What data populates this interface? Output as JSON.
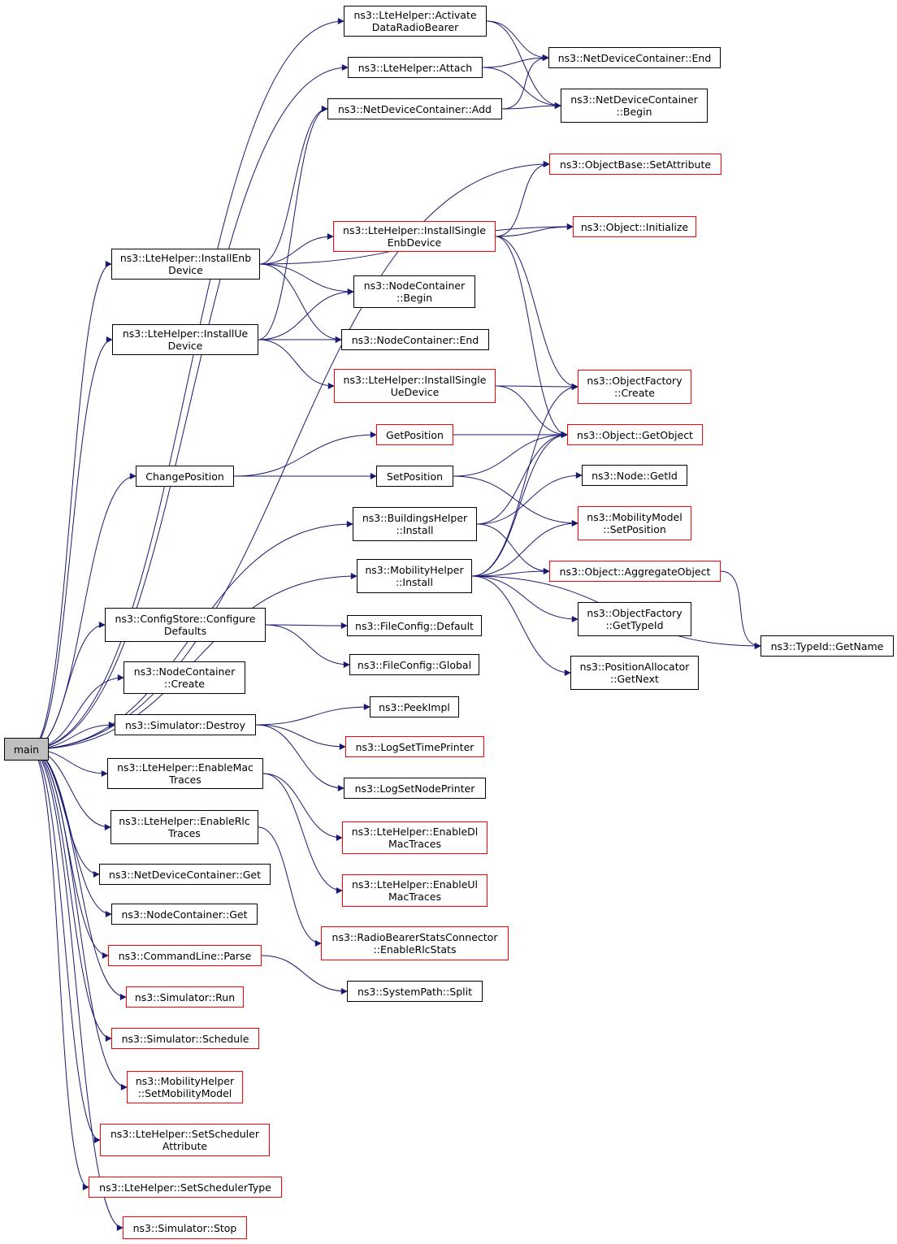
{
  "diagram": {
    "root": "main",
    "nodes": [
      {
        "id": "main",
        "label": "main",
        "root": true
      },
      {
        "id": "activate",
        "label": "ns3::LteHelper::Activate\nDataRadioBearer"
      },
      {
        "id": "attach",
        "label": "ns3::LteHelper::Attach"
      },
      {
        "id": "ndcAdd",
        "label": "ns3::NetDeviceContainer::Add"
      },
      {
        "id": "ndcEnd",
        "label": "ns3::NetDeviceContainer::End"
      },
      {
        "id": "ndcBegin",
        "label": "ns3::NetDeviceContainer\n::Begin"
      },
      {
        "id": "setAttr",
        "label": "ns3::ObjectBase::SetAttribute",
        "red": true
      },
      {
        "id": "objInit",
        "label": "ns3::Object::Initialize",
        "red": true
      },
      {
        "id": "installEnb",
        "label": "ns3::LteHelper::InstallEnb\nDevice"
      },
      {
        "id": "installSingleEnb",
        "label": "ns3::LteHelper::InstallSingle\nEnbDevice",
        "red": true
      },
      {
        "id": "ncBegin",
        "label": "ns3::NodeContainer\n::Begin"
      },
      {
        "id": "installUe",
        "label": "ns3::LteHelper::InstallUe\nDevice"
      },
      {
        "id": "ncEnd",
        "label": "ns3::NodeContainer::End"
      },
      {
        "id": "installSingleUe",
        "label": "ns3::LteHelper::InstallSingle\nUeDevice",
        "red": true
      },
      {
        "id": "ofCreate",
        "label": "ns3::ObjectFactory\n::Create",
        "red": true
      },
      {
        "id": "getPos",
        "label": "GetPosition",
        "red": true
      },
      {
        "id": "getObj",
        "label": "ns3::Object::GetObject",
        "red": true
      },
      {
        "id": "changePos",
        "label": "ChangePosition"
      },
      {
        "id": "setPos",
        "label": "SetPosition"
      },
      {
        "id": "nodeGetId",
        "label": "ns3::Node::GetId"
      },
      {
        "id": "bhInstall",
        "label": "ns3::BuildingsHelper\n::Install"
      },
      {
        "id": "mmSetPos",
        "label": "ns3::MobilityModel\n::SetPosition",
        "red": true
      },
      {
        "id": "mhInstall",
        "label": "ns3::MobilityHelper\n::Install"
      },
      {
        "id": "aggObj",
        "label": "ns3::Object::AggregateObject",
        "red": true
      },
      {
        "id": "csConfig",
        "label": "ns3::ConfigStore::Configure\nDefaults"
      },
      {
        "id": "fcDefault",
        "label": "ns3::FileConfig::Default"
      },
      {
        "id": "ofGetTypeId",
        "label": "ns3::ObjectFactory\n::GetTypeId"
      },
      {
        "id": "typeIdGetName",
        "label": "ns3::TypeId::GetName"
      },
      {
        "id": "fcGlobal",
        "label": "ns3::FileConfig::Global"
      },
      {
        "id": "paGetNext",
        "label": "ns3::PositionAllocator\n::GetNext"
      },
      {
        "id": "ncCreate",
        "label": "ns3::NodeContainer\n::Create"
      },
      {
        "id": "peekImpl",
        "label": "ns3::PeekImpl"
      },
      {
        "id": "simDestroy",
        "label": "ns3::Simulator::Destroy"
      },
      {
        "id": "logTime",
        "label": "ns3::LogSetTimePrinter",
        "red": true
      },
      {
        "id": "enMac",
        "label": "ns3::LteHelper::EnableMac\nTraces"
      },
      {
        "id": "logNode",
        "label": "ns3::LogSetNodePrinter"
      },
      {
        "id": "enRlc",
        "label": "ns3::LteHelper::EnableRlc\nTraces"
      },
      {
        "id": "enDl",
        "label": "ns3::LteHelper::EnableDl\nMacTraces",
        "red": true
      },
      {
        "id": "ndcGet",
        "label": "ns3::NetDeviceContainer::Get"
      },
      {
        "id": "enUl",
        "label": "ns3::LteHelper::EnableUl\nMacTraces",
        "red": true
      },
      {
        "id": "ncGet",
        "label": "ns3::NodeContainer::Get"
      },
      {
        "id": "rbStats",
        "label": "ns3::RadioBearerStatsConnector\n::EnableRlcStats",
        "red": true
      },
      {
        "id": "clParse",
        "label": "ns3::CommandLine::Parse",
        "red": true
      },
      {
        "id": "spSplit",
        "label": "ns3::SystemPath::Split"
      },
      {
        "id": "simRun",
        "label": "ns3::Simulator::Run",
        "red": true
      },
      {
        "id": "simSched",
        "label": "ns3::Simulator::Schedule",
        "red": true
      },
      {
        "id": "mhSetMM",
        "label": "ns3::MobilityHelper\n::SetMobilityModel",
        "red": true
      },
      {
        "id": "setSchedAttr",
        "label": "ns3::LteHelper::SetScheduler\nAttribute",
        "red": true
      },
      {
        "id": "setSchedType",
        "label": "ns3::LteHelper::SetSchedulerType",
        "red": true
      },
      {
        "id": "simStop",
        "label": "ns3::Simulator::Stop",
        "red": true
      }
    ],
    "edges": [
      [
        "main",
        "activate"
      ],
      [
        "main",
        "attach"
      ],
      [
        "main",
        "setAttr"
      ],
      [
        "main",
        "installEnb"
      ],
      [
        "main",
        "installUe"
      ],
      [
        "main",
        "changePos"
      ],
      [
        "main",
        "bhInstall"
      ],
      [
        "main",
        "mhInstall"
      ],
      [
        "main",
        "csConfig"
      ],
      [
        "main",
        "ncCreate"
      ],
      [
        "main",
        "simDestroy"
      ],
      [
        "main",
        "enMac"
      ],
      [
        "main",
        "enRlc"
      ],
      [
        "main",
        "ndcGet"
      ],
      [
        "main",
        "ncGet"
      ],
      [
        "main",
        "clParse"
      ],
      [
        "main",
        "simRun"
      ],
      [
        "main",
        "simSched"
      ],
      [
        "main",
        "mhSetMM"
      ],
      [
        "main",
        "setSchedAttr"
      ],
      [
        "main",
        "setSchedType"
      ],
      [
        "main",
        "simStop"
      ],
      [
        "activate",
        "ndcEnd"
      ],
      [
        "activate",
        "ndcBegin"
      ],
      [
        "attach",
        "ndcEnd"
      ],
      [
        "attach",
        "ndcBegin"
      ],
      [
        "ndcAdd",
        "ndcEnd"
      ],
      [
        "ndcAdd",
        "ndcBegin"
      ],
      [
        "installEnb",
        "ndcAdd"
      ],
      [
        "installEnb",
        "objInit"
      ],
      [
        "installEnb",
        "installSingleEnb"
      ],
      [
        "installEnb",
        "ncBegin"
      ],
      [
        "installEnb",
        "ncEnd"
      ],
      [
        "installSingleEnb",
        "setAttr"
      ],
      [
        "installSingleEnb",
        "objInit"
      ],
      [
        "installSingleEnb",
        "ofCreate"
      ],
      [
        "installSingleEnb",
        "getObj"
      ],
      [
        "installUe",
        "ndcAdd"
      ],
      [
        "installUe",
        "ncBegin"
      ],
      [
        "installUe",
        "ncEnd"
      ],
      [
        "installUe",
        "installSingleUe"
      ],
      [
        "installSingleUe",
        "ofCreate"
      ],
      [
        "installSingleUe",
        "getObj"
      ],
      [
        "changePos",
        "getPos"
      ],
      [
        "changePos",
        "setPos"
      ],
      [
        "getPos",
        "getObj"
      ],
      [
        "setPos",
        "getObj"
      ],
      [
        "setPos",
        "mmSetPos"
      ],
      [
        "bhInstall",
        "getObj"
      ],
      [
        "bhInstall",
        "nodeGetId"
      ],
      [
        "bhInstall",
        "aggObj"
      ],
      [
        "mhInstall",
        "ofCreate"
      ],
      [
        "mhInstall",
        "getObj"
      ],
      [
        "mhInstall",
        "mmSetPos"
      ],
      [
        "mhInstall",
        "aggObj"
      ],
      [
        "mhInstall",
        "ofGetTypeId"
      ],
      [
        "mhInstall",
        "paGetNext"
      ],
      [
        "mhInstall",
        "typeIdGetName"
      ],
      [
        "aggObj",
        "typeIdGetName"
      ],
      [
        "csConfig",
        "fcDefault"
      ],
      [
        "csConfig",
        "fcGlobal"
      ],
      [
        "simDestroy",
        "peekImpl"
      ],
      [
        "simDestroy",
        "logTime"
      ],
      [
        "simDestroy",
        "logNode"
      ],
      [
        "enMac",
        "enDl"
      ],
      [
        "enMac",
        "enUl"
      ],
      [
        "enRlc",
        "rbStats"
      ],
      [
        "clParse",
        "spSplit"
      ]
    ]
  }
}
